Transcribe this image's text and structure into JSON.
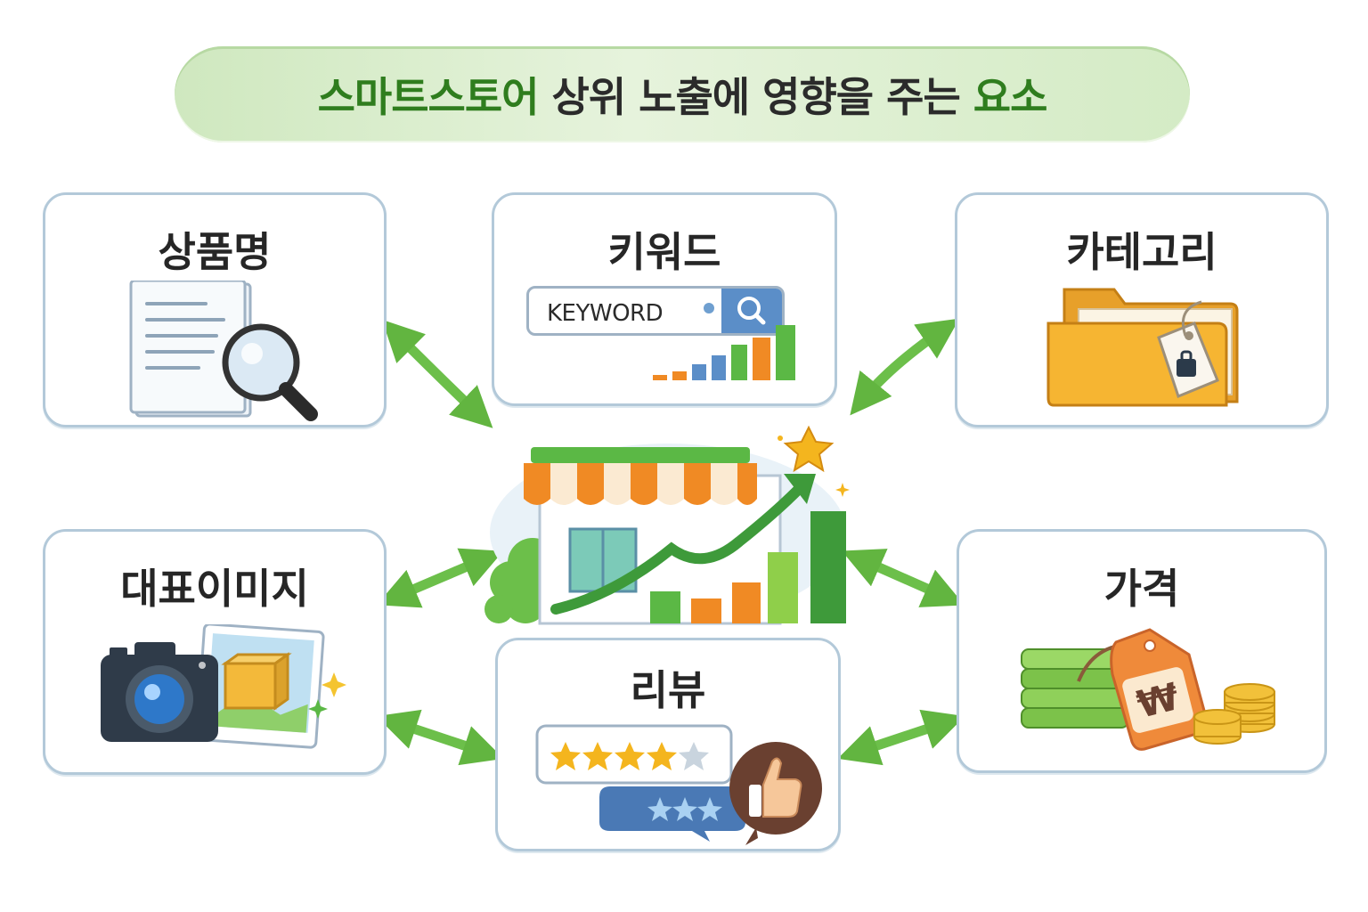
{
  "title": {
    "part1": "스마트스토어",
    "part2": "상위 노출에 영향을 주는",
    "part3": "요소"
  },
  "factors": {
    "product_name": {
      "label": "상품명",
      "icon": "document-magnifier-icon"
    },
    "keyword": {
      "label": "키워드",
      "search_text": "KEYWORD",
      "icon": "search-bar-icon"
    },
    "category": {
      "label": "카테고리",
      "icon": "folder-tag-icon"
    },
    "main_image": {
      "label": "대표이미지",
      "icon": "camera-photo-icon"
    },
    "price": {
      "label": "가격",
      "price_symbol": "₩",
      "icon": "money-price-tag-icon"
    },
    "review": {
      "label": "리뷰",
      "icon": "review-stars-thumbs-up-icon"
    }
  },
  "colors": {
    "accent_green": "#4caf3a",
    "arrow_green": "#6cbf4a",
    "card_border": "#b3c9d9",
    "title_green": "#2f7d1e"
  }
}
